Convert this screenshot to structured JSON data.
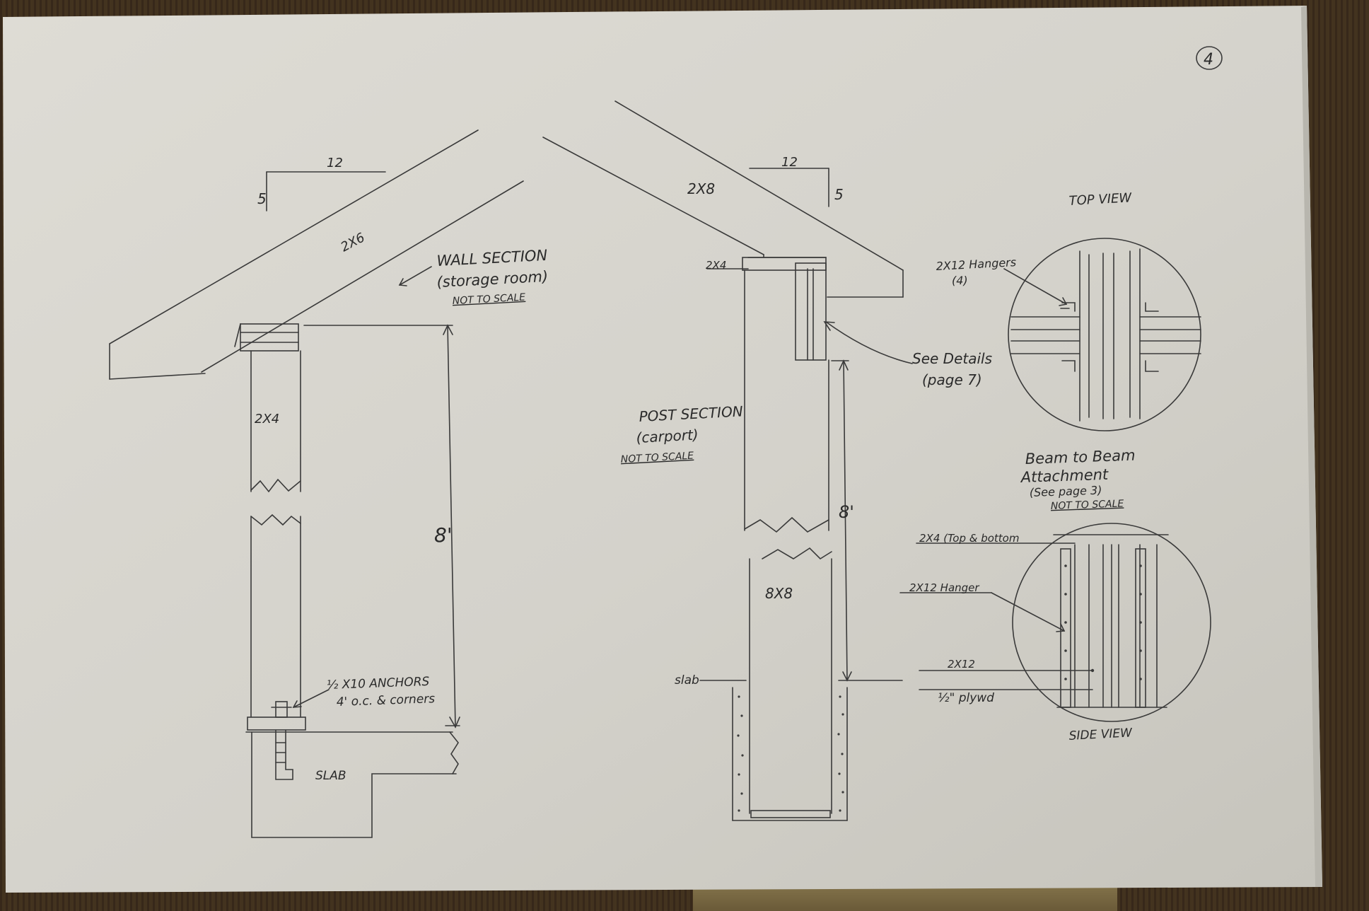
{
  "page_number": "4",
  "roof": {
    "left_pitch_run": "12",
    "left_pitch_rise": "5",
    "left_rafter": "2X6",
    "right_rafter": "2X8",
    "right_pitch_run": "12",
    "right_pitch_rise": "5"
  },
  "wall_section": {
    "title": "WALL SECTION",
    "subtitle": "(storage room)",
    "scale_note": "NOT TO SCALE",
    "stud_label": "2X4",
    "height_label": "8'",
    "anchor_note_line1": "½ X10 ANCHORS",
    "anchor_note_line2": "4' o.c. & corners",
    "slab_label": "SLAB"
  },
  "post_section": {
    "title": "POST SECTION",
    "subtitle": "(carport)",
    "scale_note": "NOT TO SCALE",
    "top_plate_label": "2X4",
    "post_label": "8X8",
    "height_label": "8'",
    "slab_label": "slab",
    "details_note_line1": "See Details",
    "details_note_line2": "(page 7)"
  },
  "top_view": {
    "title": "TOP VIEW",
    "hanger_label_line1": "2X12 Hangers",
    "hanger_label_line2": "(4)"
  },
  "beam_detail": {
    "title_line1": "Beam to Beam",
    "title_line2": "Attachment",
    "title_line3": "(See page 3)",
    "scale_note": "NOT TO SCALE",
    "label_top_bottom": "2X4 (Top & bottom",
    "label_hanger": "2X12 Hanger",
    "label_joist": "2X12",
    "label_plywood": "½\" plywd",
    "side_view_title": "SIDE VIEW"
  }
}
